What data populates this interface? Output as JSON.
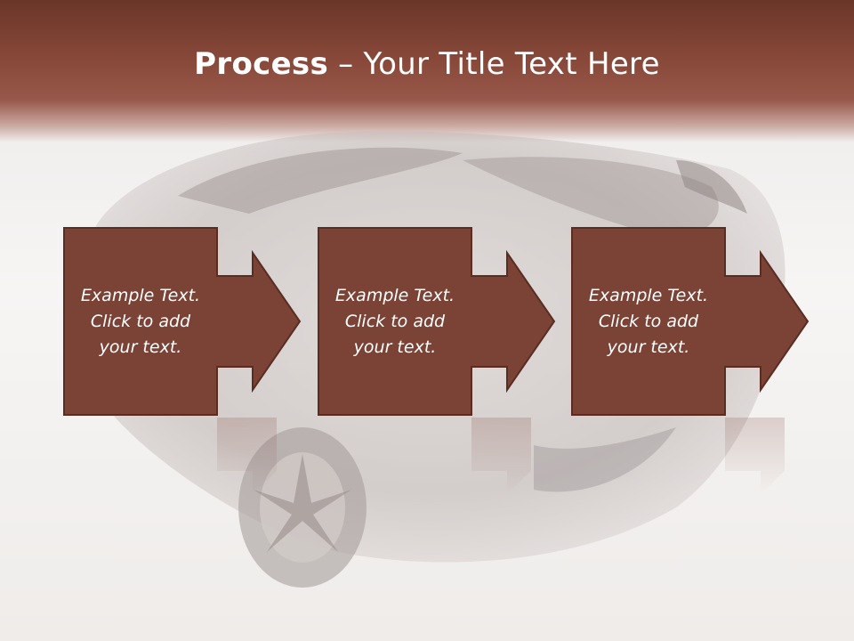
{
  "slide": {
    "title_bold": "Process",
    "title_rest": " – Your Title Text Here"
  },
  "steps": [
    {
      "line1": "Example Text.",
      "line2": "Click  to add",
      "line3": "your text."
    },
    {
      "line1": "Example Text.",
      "line2": "Click  to add",
      "line3": "your text."
    },
    {
      "line1": "Example Text.",
      "line2": "Click  to add",
      "line3": "your text."
    }
  ],
  "colors": {
    "header": "#7e4233",
    "box_fill": "#7b4236",
    "box_stroke": "#5a2d23",
    "text": "#ffffff"
  }
}
